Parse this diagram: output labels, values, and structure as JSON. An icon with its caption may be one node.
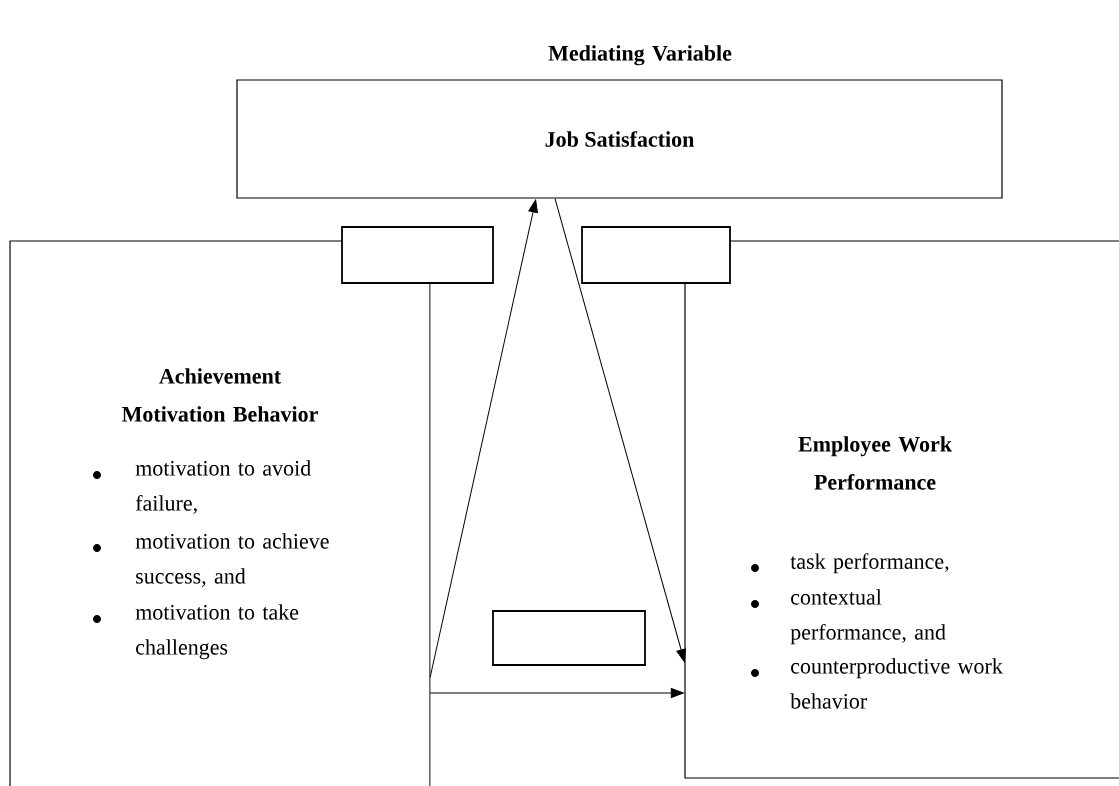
{
  "diagram": {
    "nodes": [
      {
        "text": [
          "Mediating Variable",
          "Job Satisfaction"
        ]
      },
      {
        "text": [],
        "shape": "box"
      },
      {
        "text": [],
        "shape": "box"
      },
      {
        "text": [
          "Achievement Motivation Behavior",
          "motivation to avoid failure,",
          "motivation to achieve success, and",
          "motivation to take challenges"
        ]
      },
      {
        "text": [],
        "shape": "box"
      },
      {
        "text": [
          "Employee Work Performance",
          "task performance,",
          "contextual performance, and",
          "counterproductive work behavior"
        ]
      }
    ],
    "edges": [
      {
        "from": 3,
        "to": 0,
        "arrow": "to"
      },
      {
        "from": 0,
        "to": 5,
        "arrow": "to"
      },
      {
        "from": 3,
        "to": 5,
        "arrow": "to"
      }
    ]
  }
}
